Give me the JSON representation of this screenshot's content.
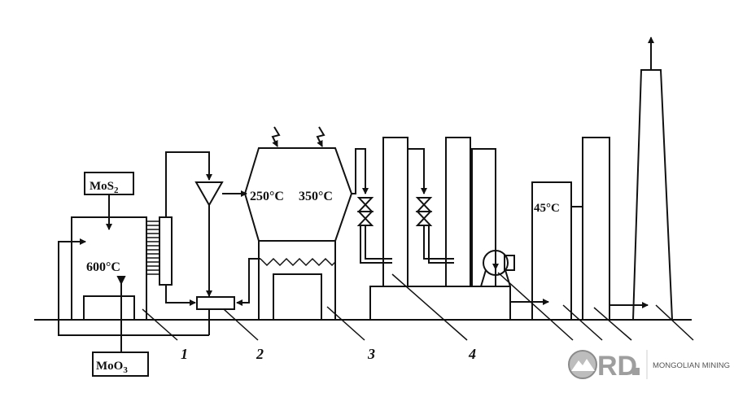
{
  "labels": {
    "feed": "MoS",
    "feed_sub": "2",
    "product": "MoO",
    "product_sub": "3",
    "temp_roaster": "600°C",
    "temp_stage1": "250°C",
    "temp_stage2": "350°C",
    "temp_tower": "45°C"
  },
  "callouts": [
    "1",
    "2",
    "3",
    "4"
  ],
  "watermark": {
    "logo": "RD",
    "company": "MONGOLIAN MINING"
  }
}
